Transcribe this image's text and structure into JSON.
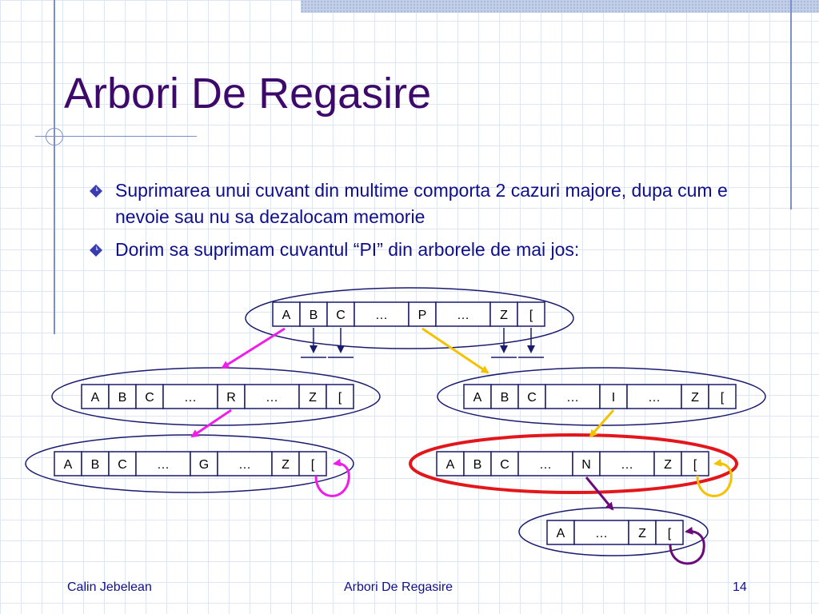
{
  "slide": {
    "title": "Arbori De Regasire",
    "bullets": [
      "Suprimarea unui cuvant din multime comporta 2 cazuri majore, dupa cum e nevoie sau nu sa dezalocam memorie",
      "Dorim sa suprimam cuvantul “PI” din arborele de mai jos:"
    ],
    "footer": {
      "author": "Calin Jebelean",
      "title": "Arbori De Regasire",
      "page": "14"
    }
  },
  "diagram": {
    "nodes": [
      {
        "id": "root",
        "cells": [
          "A",
          "B",
          "C",
          "…",
          "P",
          "…",
          "Z",
          "["
        ]
      },
      {
        "id": "node-r",
        "cells": [
          "A",
          "B",
          "C",
          "…",
          "R",
          "…",
          "Z",
          "["
        ]
      },
      {
        "id": "node-i",
        "cells": [
          "A",
          "B",
          "C",
          "…",
          "I",
          "…",
          "Z",
          "["
        ]
      },
      {
        "id": "node-g",
        "cells": [
          "A",
          "B",
          "C",
          "…",
          "G",
          "…",
          "Z",
          "["
        ]
      },
      {
        "id": "node-n",
        "cells": [
          "A",
          "B",
          "C",
          "…",
          "N",
          "…",
          "Z",
          "["
        ],
        "highlighted": true
      },
      {
        "id": "node-leaf",
        "cells": [
          "A",
          "…",
          "Z",
          "["
        ]
      }
    ],
    "colors": {
      "magenta_arrow": "#ee1ee8",
      "yellow_arrow": "#f5c200",
      "purple_arrow": "#6b0a7a",
      "highlight": "#e3161b",
      "node_border": "#1a1a6e"
    }
  }
}
